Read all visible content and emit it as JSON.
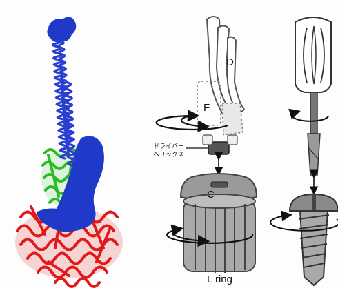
{
  "labels": {
    "d": "D",
    "f": "F",
    "c": "C",
    "l_ring": "L ring",
    "driver_helix_line1": "ドライバー",
    "driver_helix_line2": "ヘリックス"
  },
  "colors": {
    "helix_blue": "#2a3fd0",
    "density_blue": "#1f3ac8",
    "green_domain": "#2bbd25",
    "red_domain": "#e01a1a",
    "schematic_gray": "#8c8c8c",
    "schematic_light": "#c8c8c8"
  },
  "icons": {
    "rotation_arrow": "circular-rotation-arrow",
    "connector_arrow": "double-headed-arrow"
  }
}
